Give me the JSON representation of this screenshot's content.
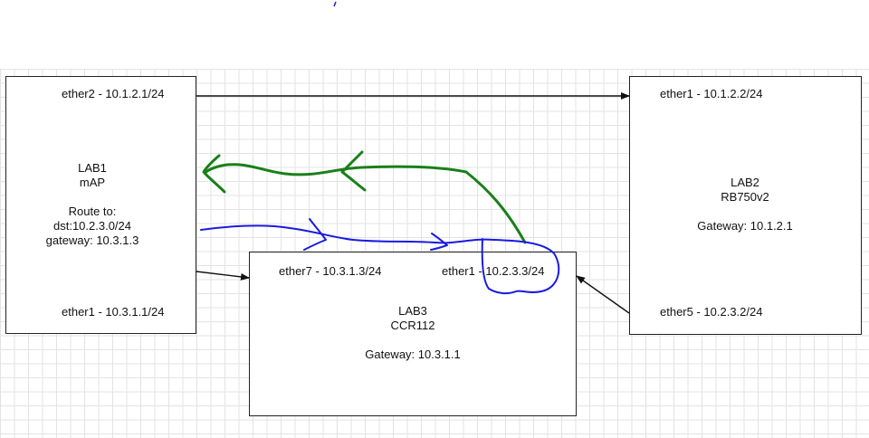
{
  "nodes": {
    "lab1": {
      "name": "LAB1",
      "model": "mAP",
      "route_title": "Route to:",
      "route_dst": "dst:10.2.3.0/24",
      "route_gateway": "gateway: 10.3.1.3",
      "iface_top": "ether2 - 10.1.2.1/24",
      "iface_bottom": "ether1 - 10.3.1.1/24"
    },
    "lab2": {
      "name": "LAB2",
      "model": "RB750v2",
      "gateway": "Gateway: 10.1.2.1",
      "iface_top": "ether1 - 10.1.2.2/24",
      "iface_bottom": "ether5 - 10.2.3.2/24"
    },
    "lab3": {
      "name": "LAB3",
      "model": "CCR112",
      "gateway": "Gateway: 10.3.1.1",
      "iface_left": "ether7 - 10.3.1.3/24",
      "iface_right": "ether1 - 10.2.3.3/24"
    }
  },
  "colors": {
    "connector": "#111111",
    "annotation_green": "#1a7f1a",
    "annotation_blue": "#1a1adf"
  }
}
